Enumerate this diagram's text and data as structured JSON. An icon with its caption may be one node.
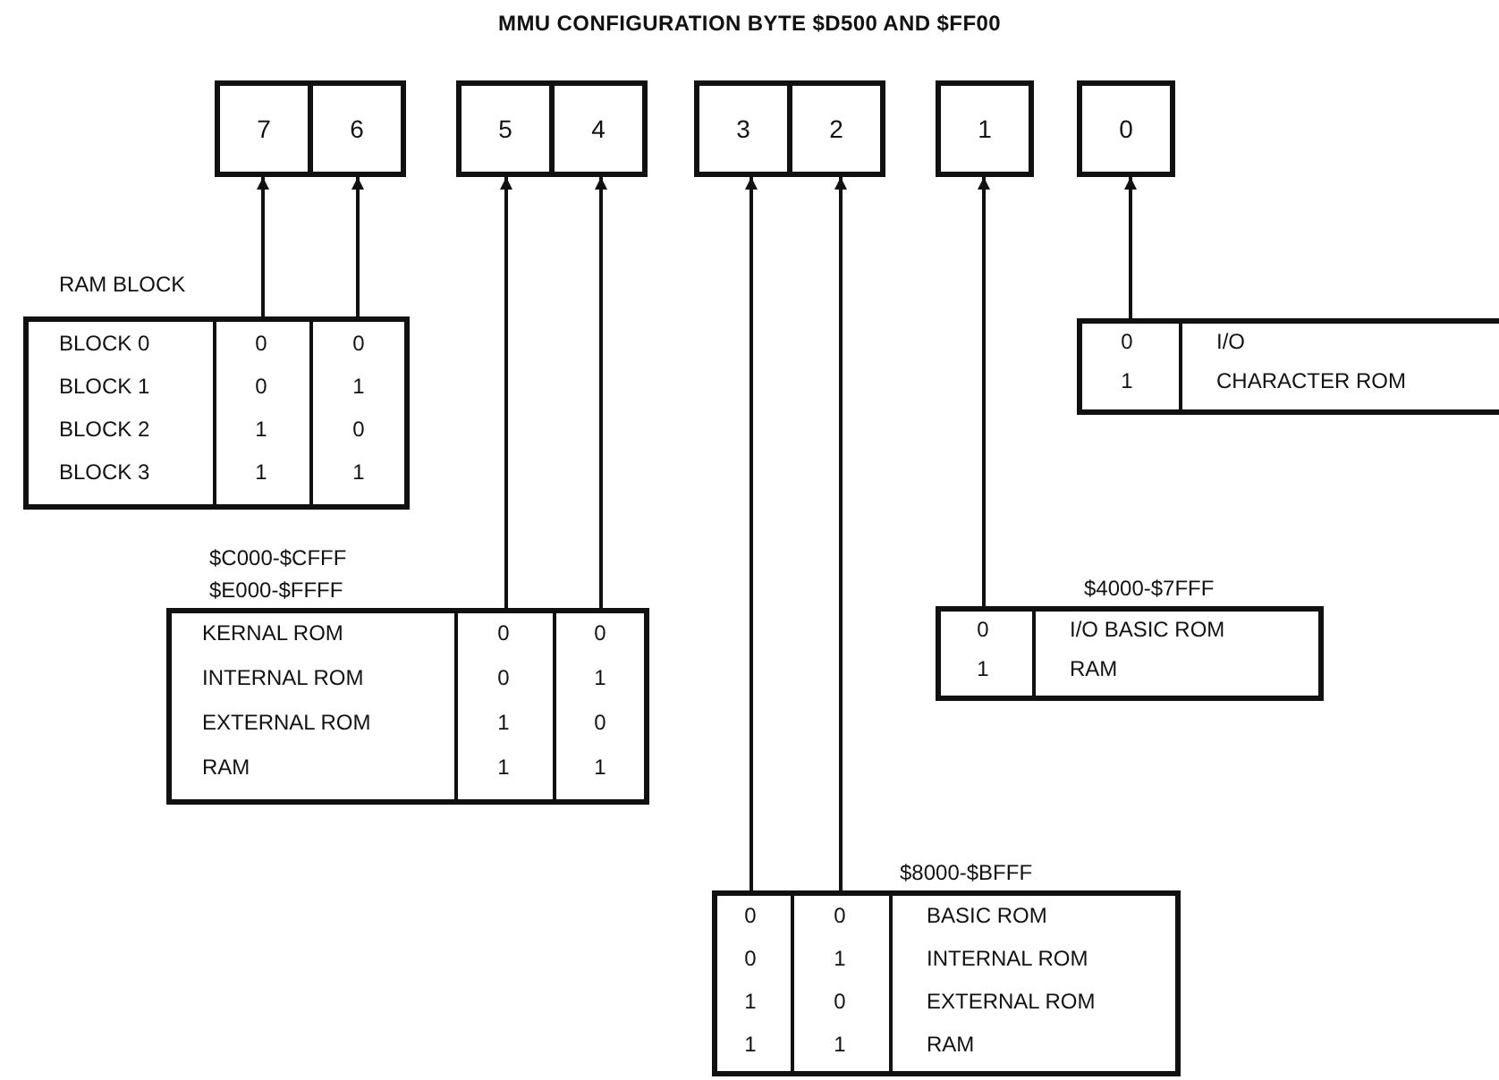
{
  "diagram": {
    "title": "MMU CONFIGURATION BYTE $D500 AND $FF00",
    "nodes": [
      {
        "text": [
          "7"
        ]
      },
      {
        "text": [
          "6"
        ]
      },
      {
        "text": [
          "5"
        ]
      },
      {
        "text": [
          "4"
        ]
      },
      {
        "text": [
          "3"
        ]
      },
      {
        "text": [
          "2"
        ]
      },
      {
        "text": [
          "1"
        ]
      },
      {
        "text": [
          "0"
        ]
      },
      {
        "text": [
          "RAM BLOCK",
          "BLOCK 0",
          "0",
          "0",
          "BLOCK 1",
          "0",
          "1",
          "BLOCK 2",
          "1",
          "0",
          "BLOCK 3",
          "1",
          "1"
        ]
      },
      {
        "text": [
          "0",
          "I/O",
          "1",
          "CHARACTER ROM"
        ]
      },
      {
        "text": [
          "$C000-$CFFF $E000-$FFFF",
          "KERNAL ROM",
          "0",
          "0",
          "INTERNAL ROM",
          "0",
          "1",
          "EXTERNAL ROM",
          "1",
          "0",
          "RAM",
          "1",
          "1"
        ]
      },
      {
        "text": [
          "$4000-$7FFF",
          "0",
          "I/O BASIC ROM",
          "1",
          "RAM"
        ]
      },
      {
        "text": [
          "$8000-$BFFF",
          "0",
          "0",
          "BASIC ROM",
          "0",
          "1",
          "INTERNAL ROM",
          "1",
          "0",
          "EXTERNAL ROM",
          "1",
          "1",
          "RAM"
        ]
      }
    ],
    "edges": [
      {
        "from": 8,
        "to": 0,
        "arrow": "to"
      },
      {
        "from": 8,
        "to": 1,
        "arrow": "to"
      },
      {
        "from": 10,
        "to": 2,
        "arrow": "to"
      },
      {
        "from": 10,
        "to": 3,
        "arrow": "to"
      },
      {
        "from": 12,
        "to": 4,
        "arrow": "to"
      },
      {
        "from": 12,
        "to": 5,
        "arrow": "to"
      },
      {
        "from": 11,
        "to": 6,
        "arrow": "to"
      },
      {
        "from": 9,
        "to": 7,
        "arrow": "to"
      }
    ]
  }
}
